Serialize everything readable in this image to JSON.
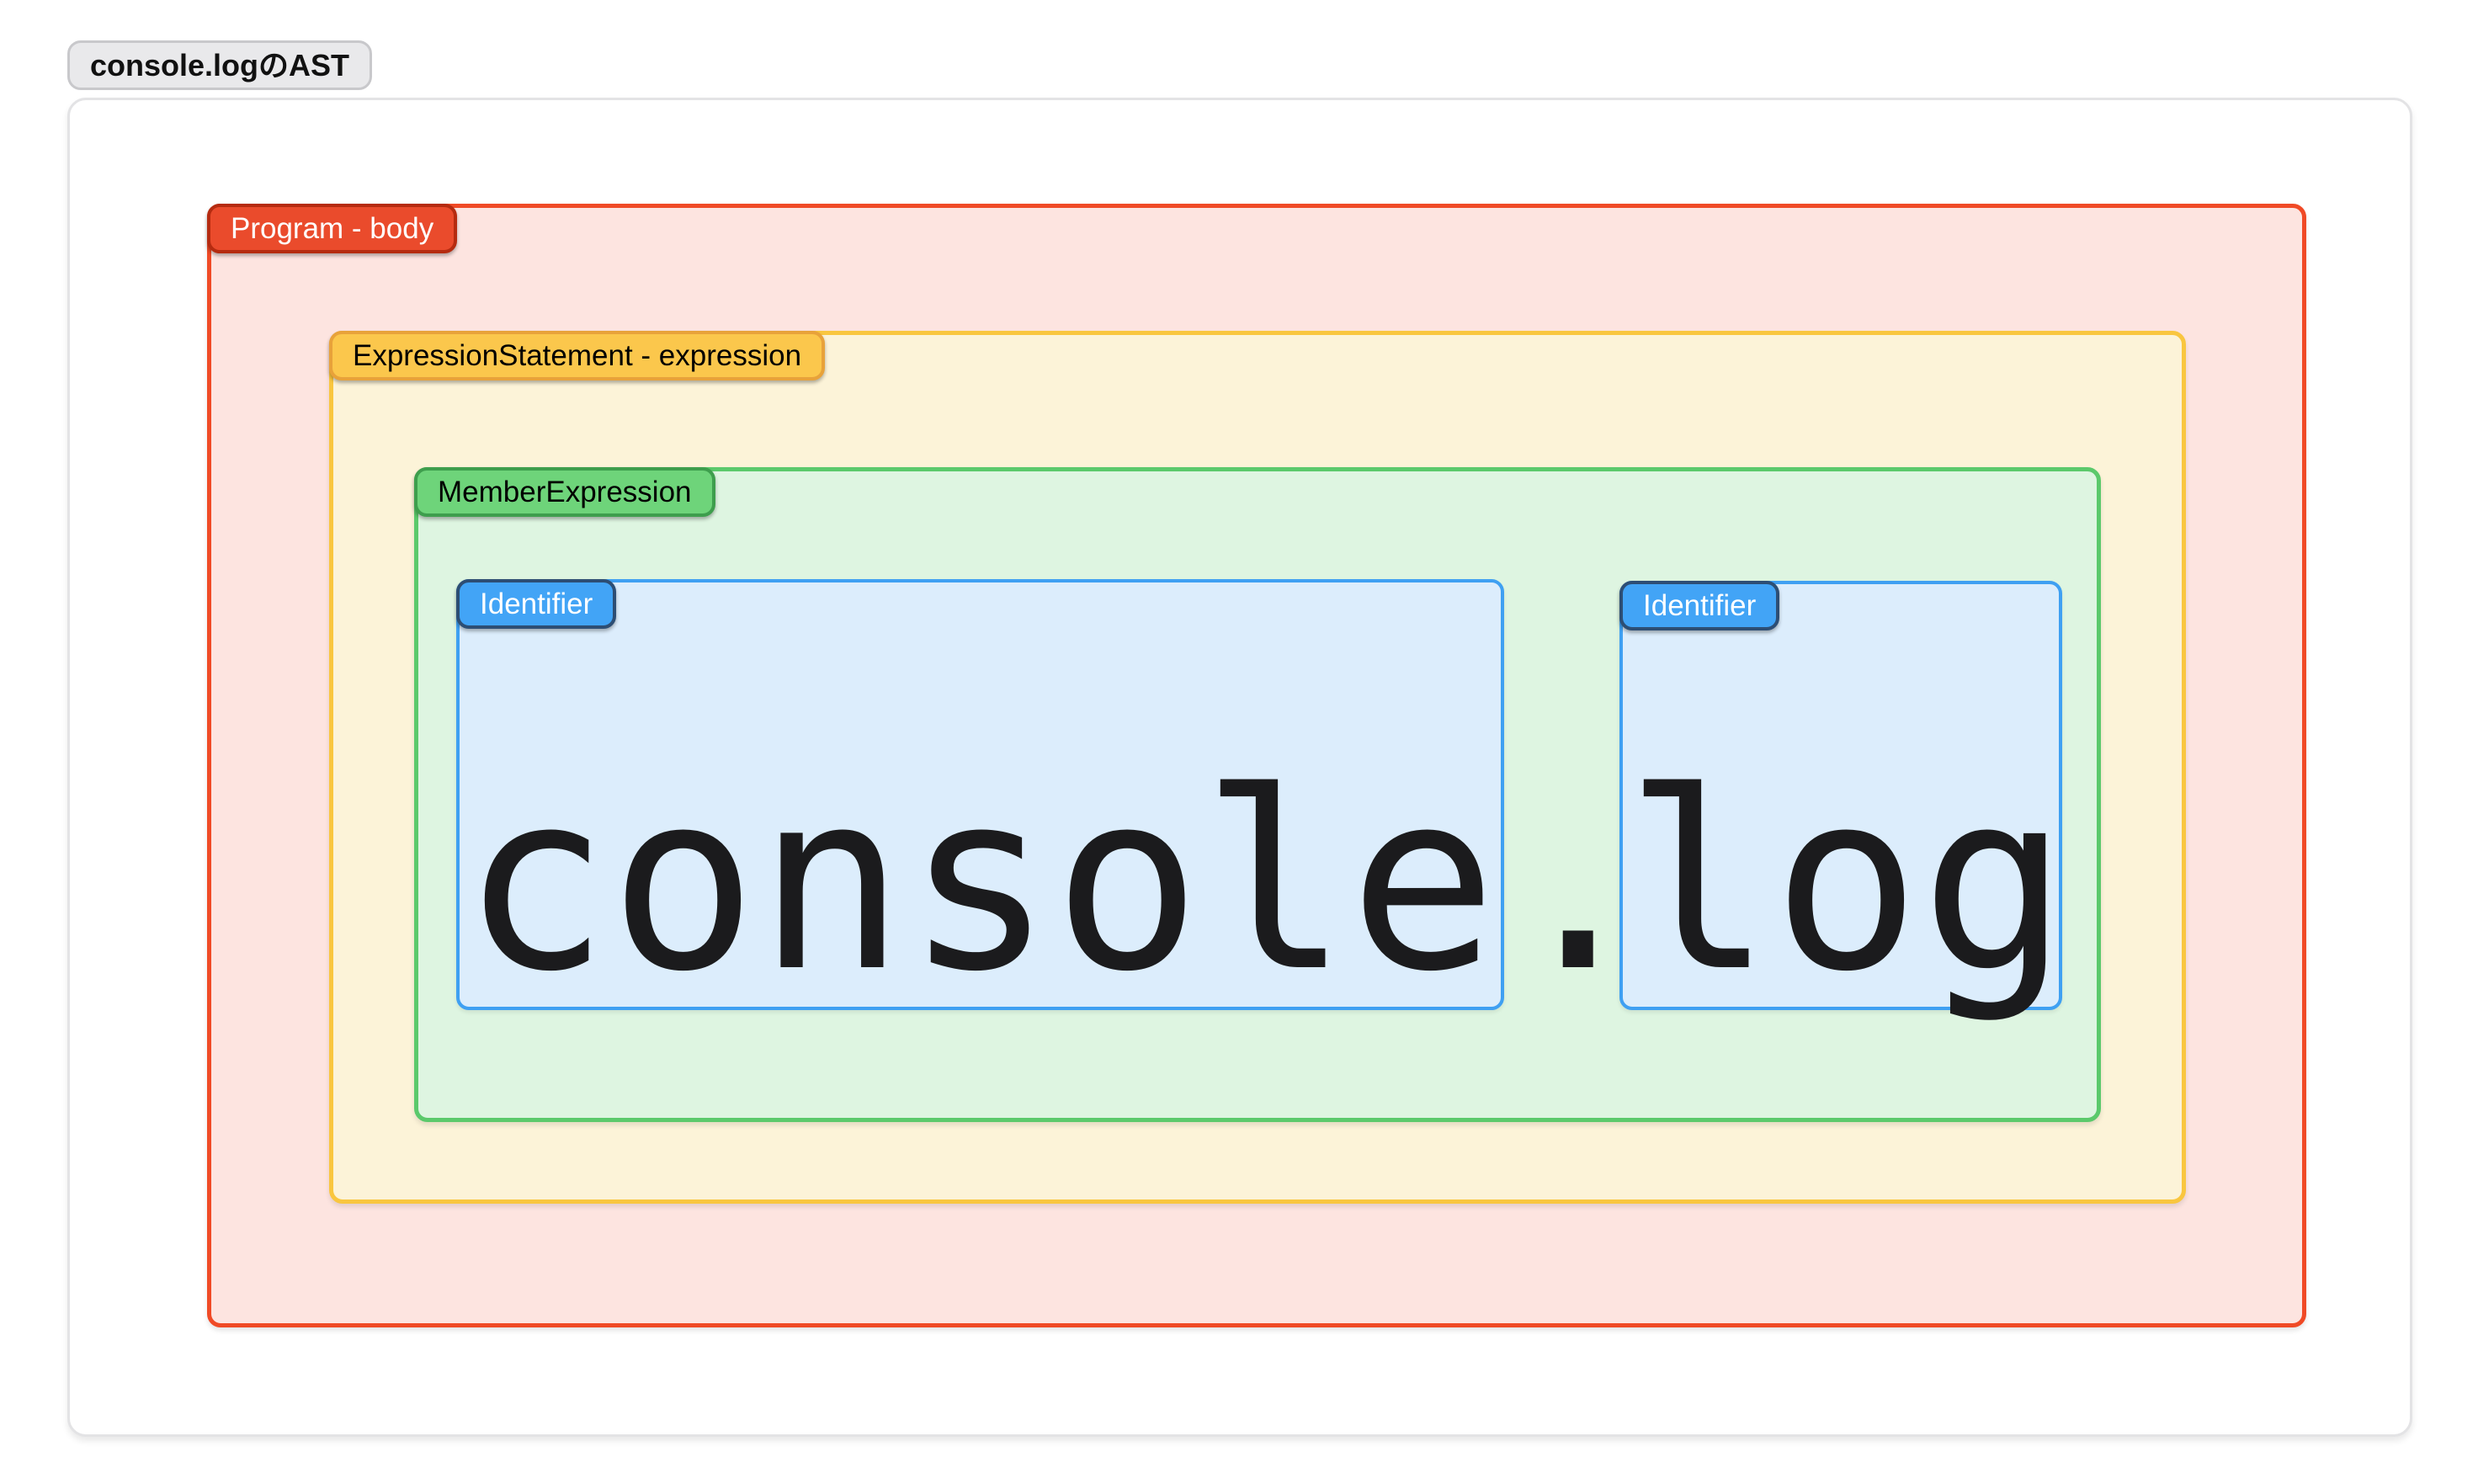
{
  "title": "console.logのAST",
  "nodes": {
    "program": {
      "label": "Program - body"
    },
    "expression_statement": {
      "label": "ExpressionStatement - expression"
    },
    "member_expression": {
      "label": "MemberExpression"
    },
    "object": {
      "label": "Identifier",
      "value": "console"
    },
    "separator": ".",
    "property": {
      "label": "Identifier",
      "value": "log"
    }
  },
  "colors": {
    "chip-bg": "#e9e9eb",
    "chip-border": "#c8c8cb",
    "frame-border": "#e3e3e5",
    "red-border": "#f04a26",
    "red-bg": "#fde4e0",
    "red-badge-bg": "#ea4b2c",
    "red-badge-border": "#b52b10",
    "amber-border": "#f9c63f",
    "amber-bg": "#fcf3d8",
    "amber-badge-bg": "#fbc74c",
    "amber-badge-border": "#e8a23a",
    "green-border": "#5bc96b",
    "green-bg": "#def5e1",
    "green-badge-bg": "#6ed47a",
    "green-badge-border": "#3e9e4d",
    "blue-border": "#3fa0f2",
    "blue-bg": "#dcedfc",
    "blue-badge-bg": "#42a4f6",
    "blue-badge-border": "#2d4e74",
    "code-text": "#1b1b1d"
  }
}
